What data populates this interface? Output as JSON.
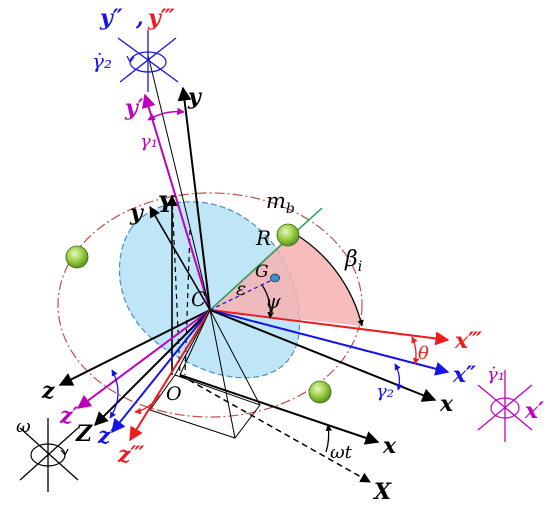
{
  "colors": {
    "black": "#000000",
    "blue": "#1414e6",
    "red": "#ee1c1c",
    "magenta": "#c000c0",
    "green": "#1aa05a",
    "disk_fill": "#bfe6f7",
    "sector_fill": "#f6b2b2",
    "ball": "#8fc93a"
  },
  "labels": {
    "y2": "y″",
    "comma": ",",
    "y3": "y‴",
    "gamma2_dot_top": "γ̇₂",
    "y1": "y′",
    "gamma1": "γ₁",
    "y": "y",
    "y_body": "y",
    "Y": "Y",
    "m_b": "m",
    "m_b_sub": "b",
    "R": "R",
    "G": "G",
    "beta": "β",
    "beta_sub": "i",
    "epsilon": "ε",
    "psi": "ψ",
    "C": "C",
    "x3": "x‴",
    "theta": "θ",
    "x2": "x″",
    "gamma2": "γ₂",
    "x_near": "x",
    "gamma1_dot": "γ̇₁",
    "x1": "x′",
    "z": "z",
    "O": "O",
    "z1": "z′",
    "z2": "z″",
    "Z": "Z",
    "z3": "z‴",
    "omega": "ω",
    "omega_t": "ωt",
    "x_bottom": "x",
    "X": "X"
  }
}
